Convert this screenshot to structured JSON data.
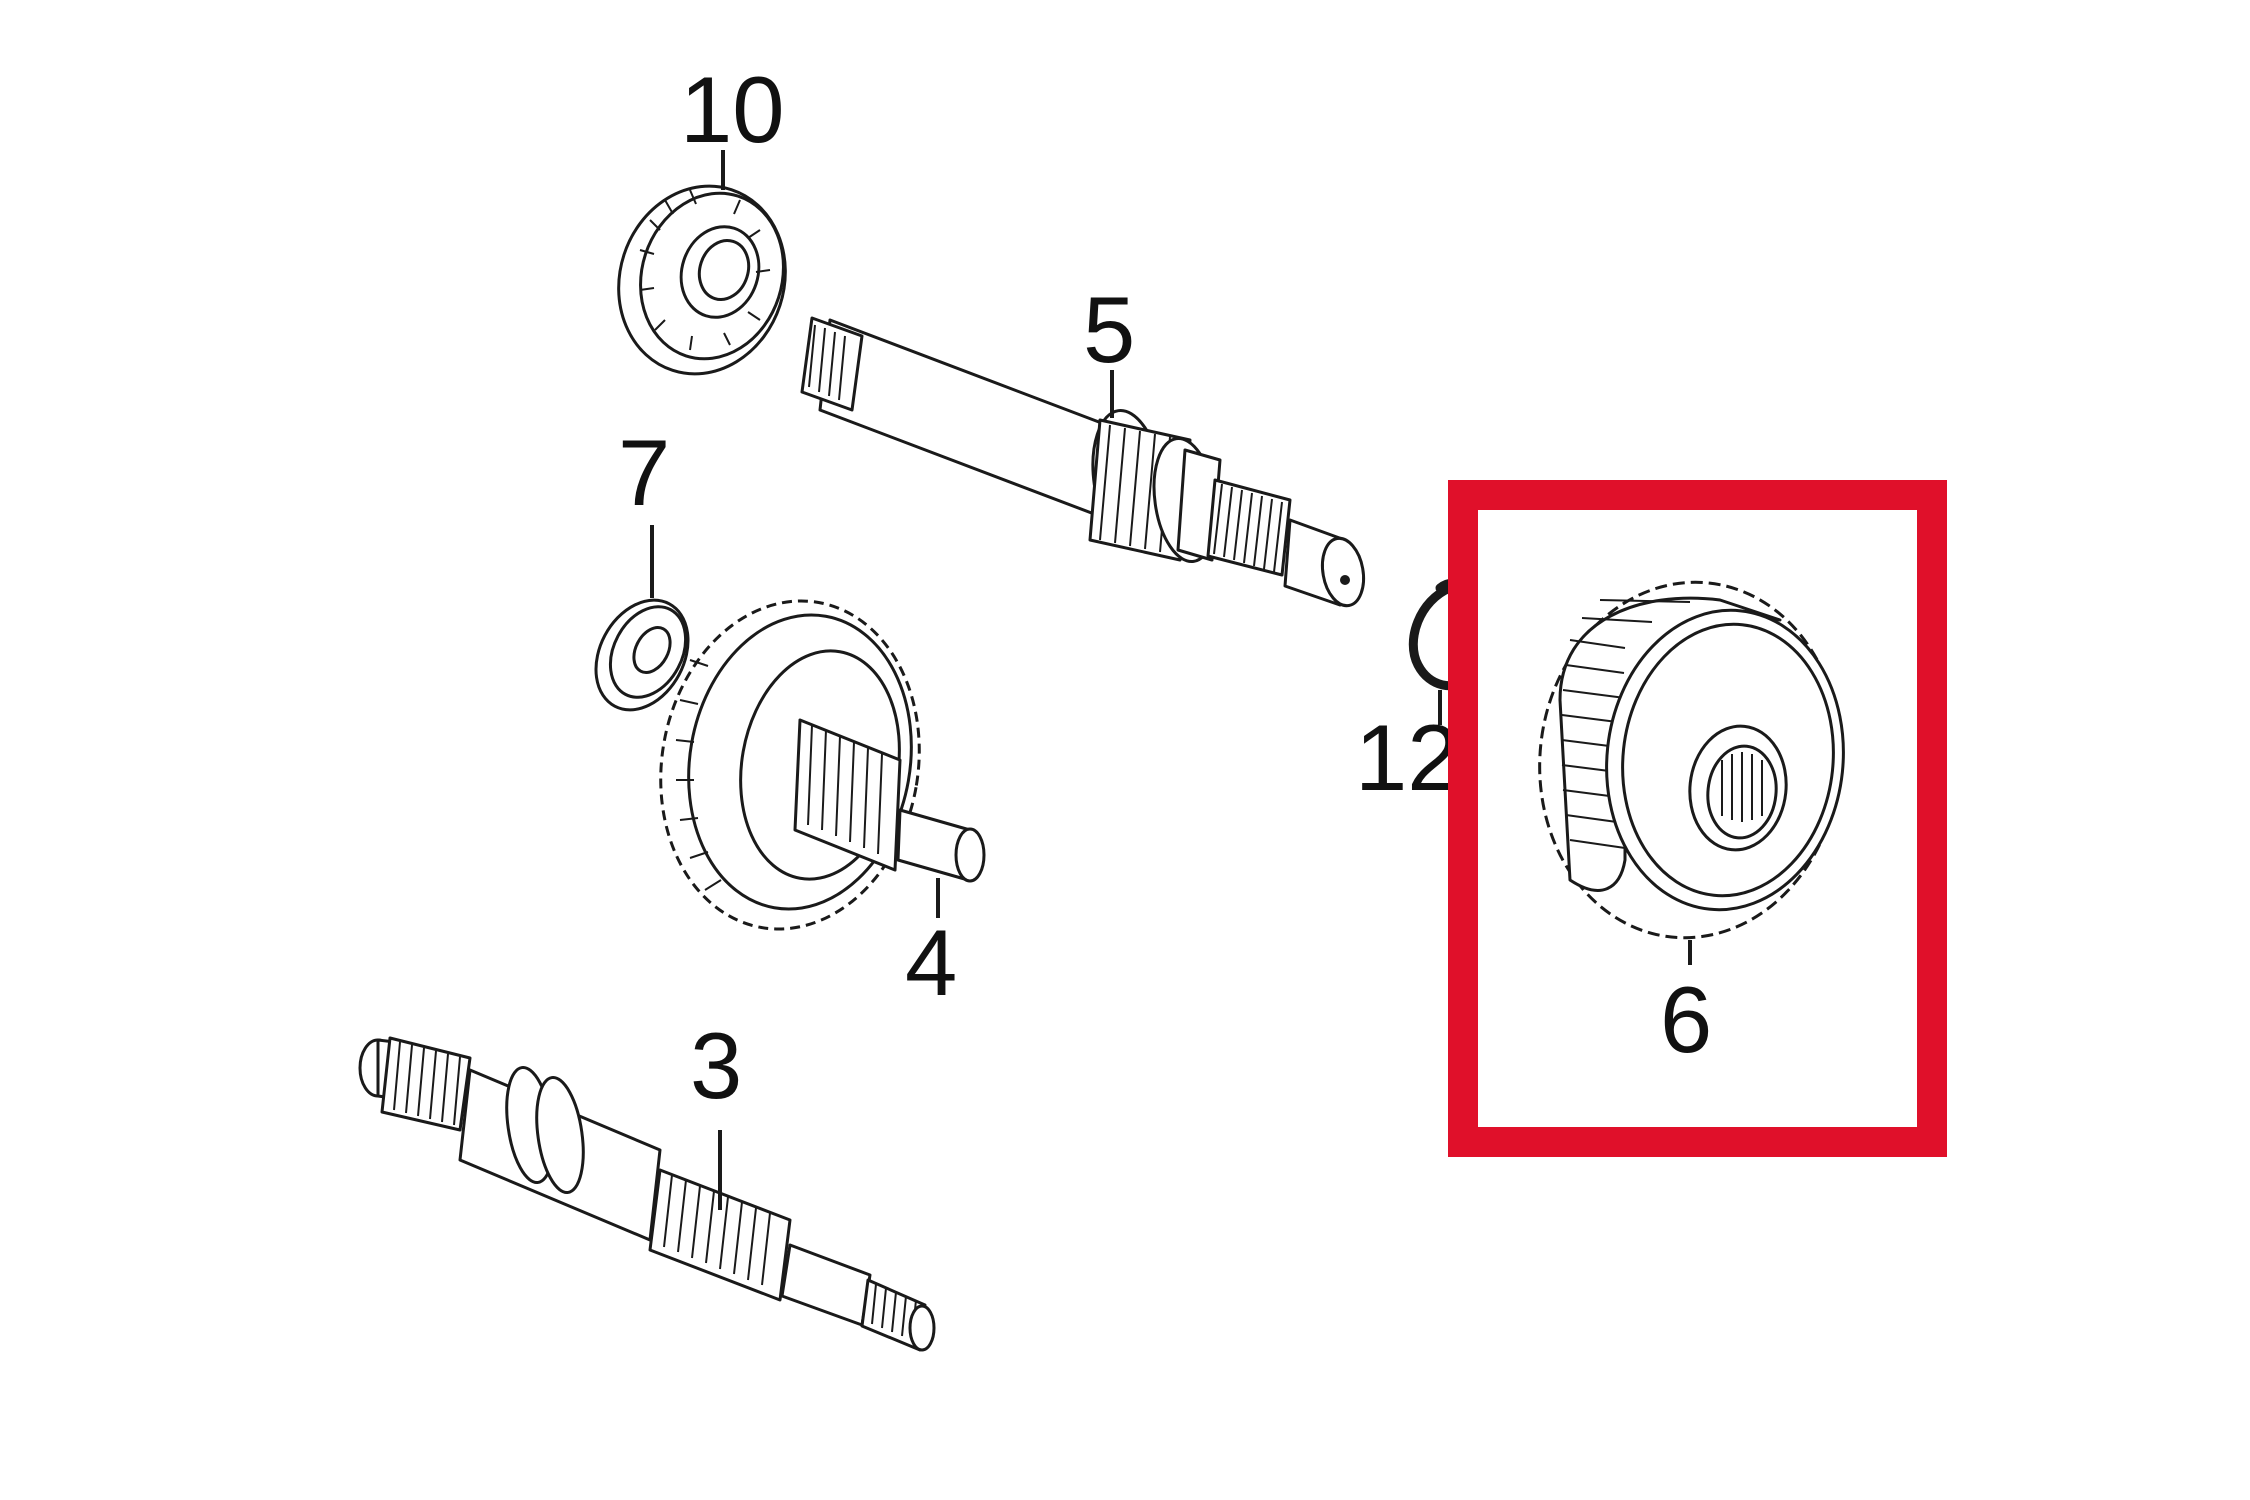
{
  "parts": [
    {
      "number": "10",
      "name": "bearing-icon"
    },
    {
      "number": "5",
      "name": "shaft-icon"
    },
    {
      "number": "7",
      "name": "washer-icon"
    },
    {
      "number": "4",
      "name": "gear-icon"
    },
    {
      "number": "12",
      "name": "circlip-icon"
    },
    {
      "number": "6",
      "name": "gear-icon"
    },
    {
      "number": "3",
      "name": "shaft-icon"
    }
  ],
  "highlight": {
    "part": "6",
    "color": "#e0102a"
  },
  "colors": {
    "ink": "#1a1a1a",
    "background": "#ffffff"
  }
}
